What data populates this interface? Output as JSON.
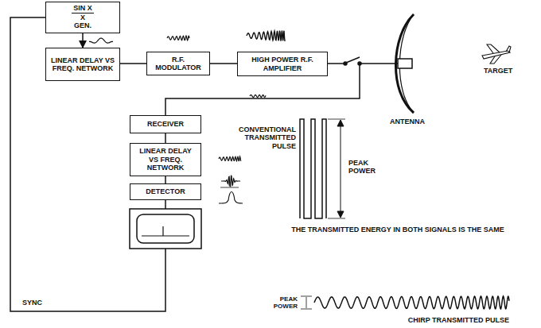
{
  "diagram": {
    "nodes": [
      {
        "text": [
          "SIN X",
          "X",
          "GEN."
        ]
      },
      {
        "text": [
          "LINEAR DELAY VS FREQ. NETWORK"
        ]
      },
      {
        "text": [
          "R.F. MODULATOR"
        ]
      },
      {
        "text": [
          "HIGH POWER R.F. AMPLIFIER"
        ]
      },
      {
        "text": [
          "RECEIVER"
        ]
      },
      {
        "text": [
          "LINEAR DELAY VS FREQ. NETWORK"
        ]
      },
      {
        "text": [
          "DETECTOR"
        ]
      }
    ],
    "edges": [
      {
        "from": 0,
        "to": 1,
        "arrow": "to"
      },
      {
        "from": 1,
        "to": 2,
        "arrow": "none"
      },
      {
        "from": 2,
        "to": 3,
        "arrow": "none"
      },
      {
        "from": 4,
        "to": 5,
        "arrow": "none"
      },
      {
        "from": 5,
        "to": 6,
        "arrow": "none"
      }
    ],
    "labels": [
      "ANTENNA",
      "TARGET",
      "SYNC",
      "CONVENTIONAL TRANSMITTED PULSE",
      "PEAK POWER",
      "THE TRANSMITTED ENERGY IN BOTH SIGNALS IS THE SAME",
      "PEAK POWER",
      "CHIRP TRANSMITTED PULSE"
    ]
  }
}
